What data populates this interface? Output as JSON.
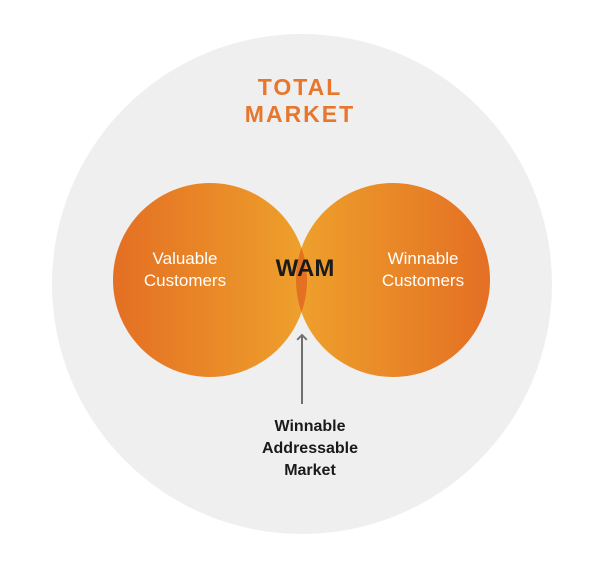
{
  "diagram": {
    "total_market": {
      "line1": "TOTAL",
      "line2": "MARKET"
    },
    "left_circle": {
      "line1": "Valuable",
      "line2": "Customers"
    },
    "right_circle": {
      "line1": "Winnable",
      "line2": "Customers"
    },
    "overlap": {
      "label": "WAM"
    },
    "definition": {
      "line1": "Winnable",
      "line2": "Addressable",
      "line3": "Market"
    },
    "colors": {
      "background_circle": "#efefef",
      "title": "#e6772d",
      "circle_dark": "#e46f23",
      "circle_light": "#eea12c",
      "overlap": "#e27122",
      "arrow": "#6f6f6f",
      "text_dark": "#1a1a1a",
      "text_light": "#ffffff"
    }
  }
}
